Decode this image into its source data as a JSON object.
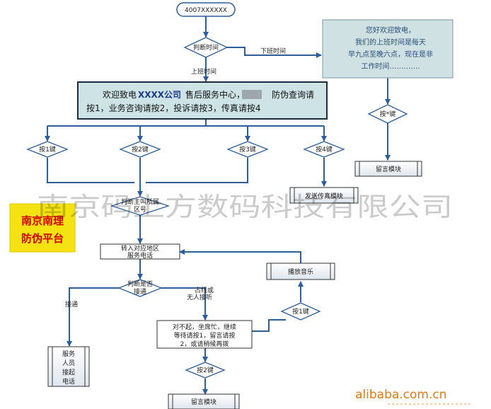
{
  "start": "4007XXXXXX",
  "decision_time": "判断时间",
  "off_hours_label": "下班时间",
  "on_hours_label": "上班时间",
  "off_hours_note": [
    "您好欢迎致电，",
    "我们的上班时间是每天",
    "早九点至晚六点，现在是非",
    "工作时间…………."
  ],
  "welcome_line1_prefix": "欢迎致电",
  "welcome_company": "XXXX公司",
  "welcome_line1_suffix": "售后服务中心，",
  "welcome_line1_end": "防伪查询请",
  "welcome_line2": "按1，业务咨询请按2，投诉请按3，传真请按4",
  "press_star": "按*键",
  "press1": "按1键",
  "press2": "按2键",
  "press3": "按3键",
  "press4": "按4键",
  "voicemail": "留言模块",
  "send_fax": "发送传真模块",
  "judge_main_area": [
    "判断主叫所属",
    "区号"
  ],
  "transfer_area": [
    "转入对应地区",
    "服务电话"
  ],
  "play_music": "播放音乐",
  "judge_connect": [
    "判断是否",
    "接通"
  ],
  "connected": "接通",
  "busy_no_answer": [
    "占线或",
    "无人接听"
  ],
  "sorry_msg": [
    "对不起，坐席忙，继续",
    "等待请按1，留言请按",
    "2，或请稍候再拨"
  ],
  "staff_answer": [
    "服务",
    "人员",
    "接起",
    "电话"
  ],
  "watermark": "南京码上方数码科技有限公司",
  "stamp": [
    "南京南理",
    "防伪平台"
  ],
  "site": "alibaba.com.cn"
}
